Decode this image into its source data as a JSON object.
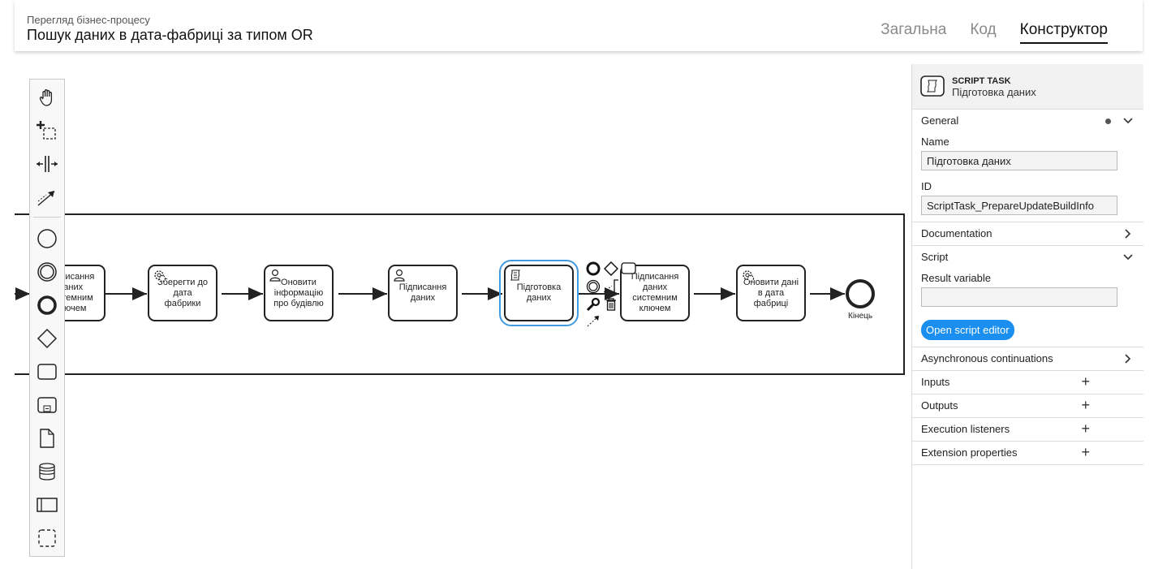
{
  "header": {
    "subtitle": "Перегляд бізнес-процесу",
    "title": "Пошук даних в дата-фабриці за типом OR",
    "tabs": [
      {
        "label": "Загальна",
        "active": false
      },
      {
        "label": "Код",
        "active": false
      },
      {
        "label": "Конструктор",
        "active": true
      }
    ]
  },
  "palette": {
    "tools": [
      "hand-tool-icon",
      "lasso-tool-icon",
      "space-tool-icon",
      "global-connect-icon",
      "start-event-icon",
      "intermediate-event-icon",
      "end-event-icon",
      "gateway-icon",
      "task-icon",
      "subprocess-icon",
      "data-object-icon",
      "data-store-icon",
      "pool-icon",
      "group-icon"
    ]
  },
  "diagram": {
    "tasks": [
      {
        "id": "t1",
        "label": "Підписання даних системним ключем",
        "icon": "none"
      },
      {
        "id": "t2",
        "label": "Зберегти до дата фабрики",
        "icon": "service"
      },
      {
        "id": "t3",
        "label": "Оновити інформацію про будівлю",
        "icon": "user"
      },
      {
        "id": "t4",
        "label": "Підписання даних",
        "icon": "user"
      },
      {
        "id": "t5",
        "label": "Підготовка даних",
        "icon": "script",
        "selected": true
      },
      {
        "id": "t6",
        "label": "Підписання даних системним ключем",
        "icon": "none"
      },
      {
        "id": "t7",
        "label": "Оновити дані в дата фабриці",
        "icon": "service"
      }
    ],
    "end_event_label": "Кінець"
  },
  "properties": {
    "element_type": "SCRIPT TASK",
    "element_name": "Підготовка даних",
    "sections": {
      "general": "General",
      "documentation": "Documentation",
      "script": "Script",
      "async": "Asynchronous continuations",
      "inputs": "Inputs",
      "outputs": "Outputs",
      "execution_listeners": "Execution listeners",
      "extension_properties": "Extension properties"
    },
    "fields": {
      "name_label": "Name",
      "name_value": "Підготовка даних",
      "id_label": "ID",
      "id_value": "ScriptTask_PrepareUpdateBuildInfo",
      "result_variable_label": "Result variable",
      "result_variable_value": ""
    },
    "open_script_editor": "Open script editor"
  },
  "colors": {
    "selection": "#3f9ae0",
    "primary_button": "#1a8ff0"
  }
}
